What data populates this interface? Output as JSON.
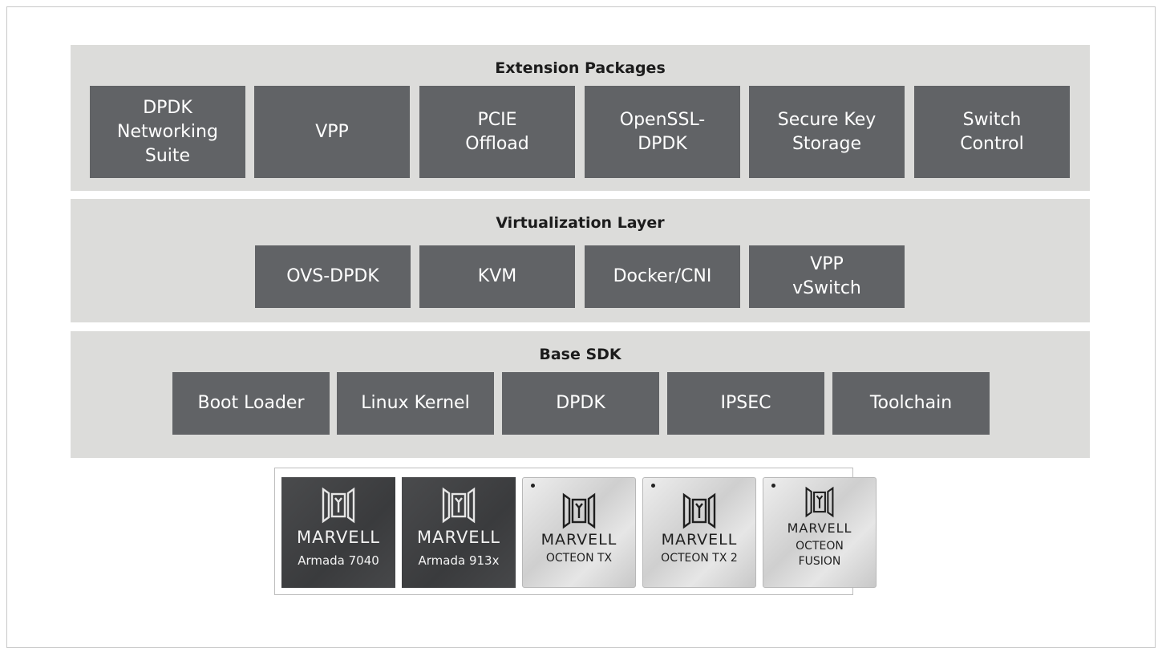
{
  "layers": {
    "extension": {
      "title": "Extension Packages",
      "boxes": [
        "DPDK\nNetworking\nSuite",
        "VPP",
        "PCIE\nOffload",
        "OpenSSL-\nDPDK",
        "Secure Key\nStorage",
        "Switch\nControl"
      ]
    },
    "virtualization": {
      "title": "Virtualization Layer",
      "boxes": [
        "OVS-DPDK",
        "KVM",
        "Docker/CNI",
        "VPP\nvSwitch"
      ]
    },
    "base": {
      "title": "Base SDK",
      "boxes": [
        "Boot Loader",
        "Linux Kernel",
        "DPDK",
        "IPSEC",
        "Toolchain"
      ]
    }
  },
  "chips": [
    {
      "brand": "MARVELL",
      "model": "Armada 7040",
      "style": "dark"
    },
    {
      "brand": "MARVELL",
      "model": "Armada 913x",
      "style": "dark"
    },
    {
      "brand": "MARVELL",
      "model": "OCTEON TX",
      "style": "silver"
    },
    {
      "brand": "MARVELL",
      "model": "OCTEON TX 2",
      "style": "silver"
    },
    {
      "brand": "MARVELL",
      "model": "OCTEON\nFUSION",
      "style": "silver"
    }
  ],
  "icons": {
    "chip_logo": "marvell-logo-icon"
  },
  "colors": {
    "layer_bg": "#dcdcda",
    "box_bg": "#616366",
    "box_text": "#ffffff"
  }
}
